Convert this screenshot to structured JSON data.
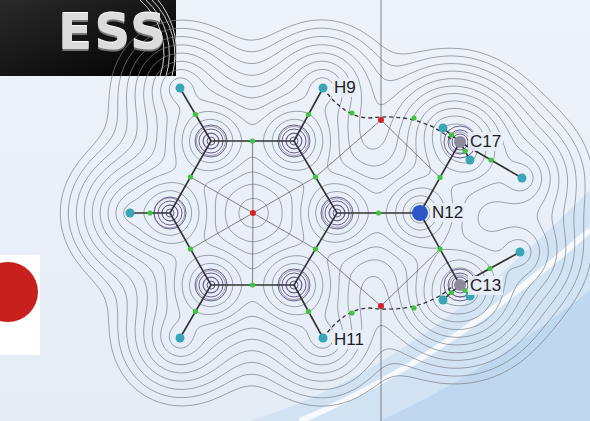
{
  "diagram": {
    "labels": [
      "ESS",
      "H9",
      "C17",
      "N12",
      "C13",
      "H11"
    ]
  }
}
